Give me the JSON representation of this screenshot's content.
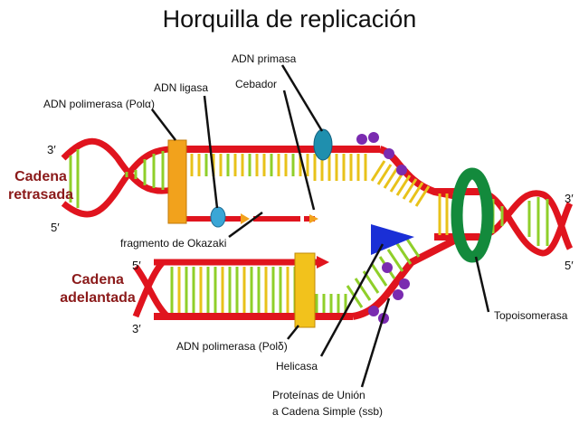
{
  "title": "Horquilla de replicación",
  "labels": {
    "adn_primasa": "ADN primasa",
    "cebador": "Cebador",
    "adn_ligasa": "ADN ligasa",
    "adn_polimerasa_alfa": "ADN polimerasa (Polα)",
    "fragmento_okazaki": "fragmento de Okazaki",
    "adn_polimerasa_delta": "ADN polimerasa (Polδ)",
    "helicasa": "Helicasa",
    "proteinas_union_1": "Proteínas de Unión",
    "proteinas_union_2": "a Cadena Simple (ssb)",
    "topoisomerasa": "Topoisomerasa"
  },
  "strands": {
    "retrasada_1": "Cadena",
    "retrasada_2": "retrasada",
    "adelantada_1": "Cadena",
    "adelantada_2": "adelantada"
  },
  "primes": {
    "top_left_3": "3′",
    "top_left_5": "5′",
    "bottom_left_5": "5′",
    "bottom_left_3": "3′",
    "right_3": "3′",
    "right_5": "5′"
  },
  "colors": {
    "backbone": "#e0141e",
    "rung_yellow": "#e8c21a",
    "rung_green": "#8fcf2a",
    "polymerase": "#f2a21c",
    "primase": "#1f8fae",
    "ligase": "#3aa6d6",
    "ssb": "#7a2bb0",
    "helicase": "#1a2fd6",
    "topoisomerase": "#138a3c",
    "strand_label": "#8b1a1a"
  }
}
